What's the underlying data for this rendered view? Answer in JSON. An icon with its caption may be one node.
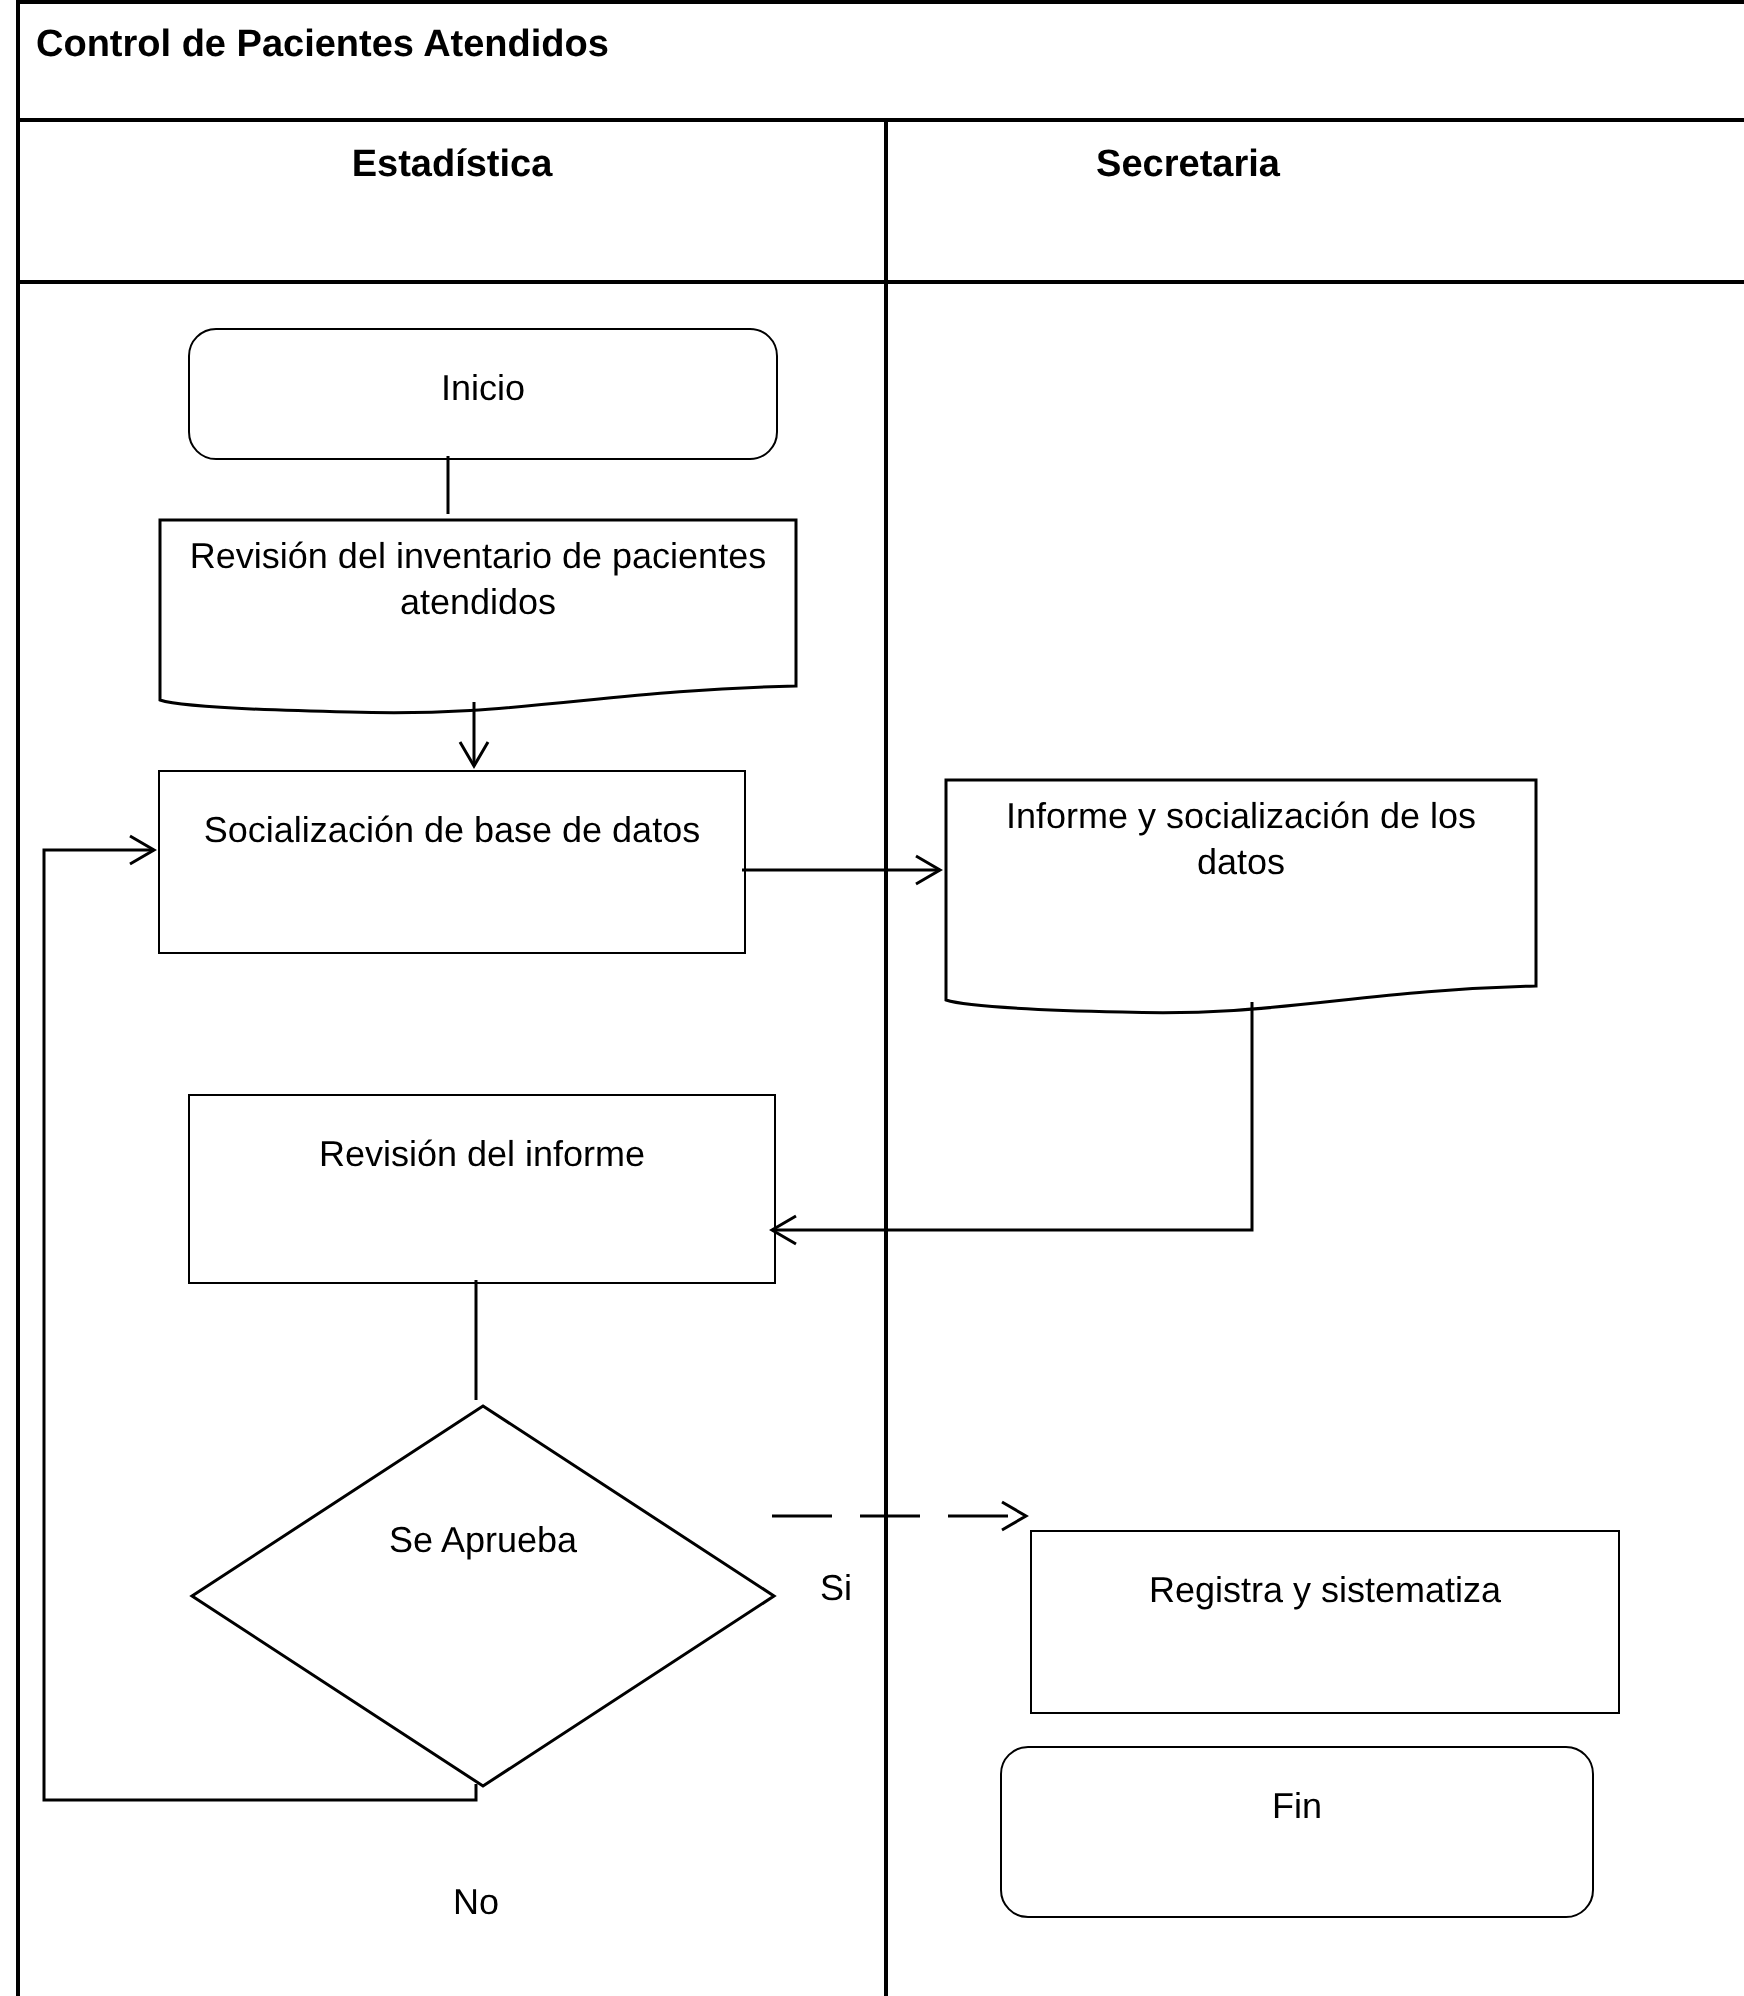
{
  "diagram": {
    "title": "Control de Pacientes Atendidos",
    "nodes": [
      {
        "text": [
          "Estadística"
        ]
      },
      {
        "text": [
          "Secretaria"
        ]
      },
      {
        "text": [
          "Inicio"
        ],
        "in": 0
      },
      {
        "text": [
          "Revisión del inventario de pacientes atendidos"
        ],
        "in": 0
      },
      {
        "text": [
          "Socialización de base de datos"
        ],
        "in": 0
      },
      {
        "text": [
          "Informe y socialización de los datos"
        ],
        "in": 1
      },
      {
        "text": [
          "Revisión del informe"
        ],
        "in": 0
      },
      {
        "text": [
          "Se Aprueba"
        ],
        "in": 0
      },
      {
        "text": [
          "Registra y sistematiza"
        ],
        "in": 1
      },
      {
        "text": [
          "Fin"
        ],
        "in": 1
      }
    ],
    "edges": [
      {
        "from": 2,
        "to": 3,
        "arrow": "none"
      },
      {
        "from": 3,
        "to": 4,
        "arrow": "to"
      },
      {
        "from": 4,
        "to": 5,
        "arrow": "to"
      },
      {
        "from": 5,
        "to": 6,
        "arrow": "to"
      },
      {
        "from": 6,
        "to": 7,
        "arrow": "none"
      },
      {
        "from": 7,
        "to": 8,
        "arrow": "to",
        "label": "Si",
        "style": "dashed"
      },
      {
        "from": 7,
        "to": 4,
        "arrow": "to",
        "label": "No"
      }
    ]
  }
}
